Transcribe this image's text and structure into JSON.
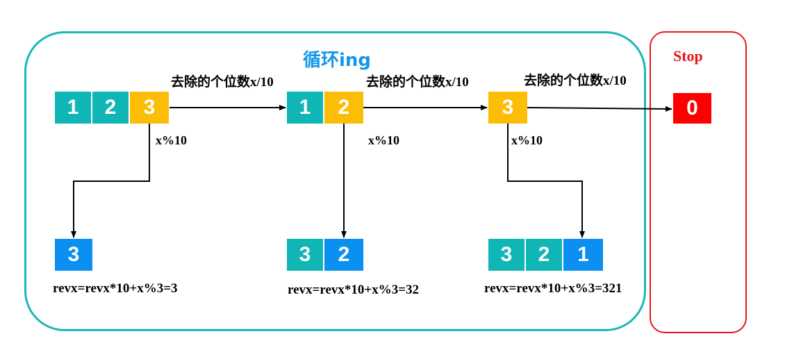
{
  "loop_title": "循环ing",
  "stop_title": "Stop",
  "step_label": "去除的个位数x/10",
  "mod_label": "x%10",
  "stage1": {
    "digits": [
      "1",
      "2",
      "3"
    ],
    "rev": [
      "3"
    ],
    "formula": "revx=revx*10+x%3=3"
  },
  "stage2": {
    "digits": [
      "1",
      "2"
    ],
    "rev": [
      "3",
      "2"
    ],
    "formula": "revx=revx*10+x%3=32"
  },
  "stage3": {
    "digits": [
      "3"
    ],
    "rev": [
      "3",
      "2",
      "1"
    ],
    "formula": "revx=revx*10+x%3=321"
  },
  "final_value": "0",
  "colors": {
    "teal": "#10b5b5",
    "yellow": "#fbbd06",
    "blue": "#0b8ff0",
    "red": "#fd0000",
    "loop_border": "#1ab7b7",
    "stop_border": "#e8161b"
  }
}
